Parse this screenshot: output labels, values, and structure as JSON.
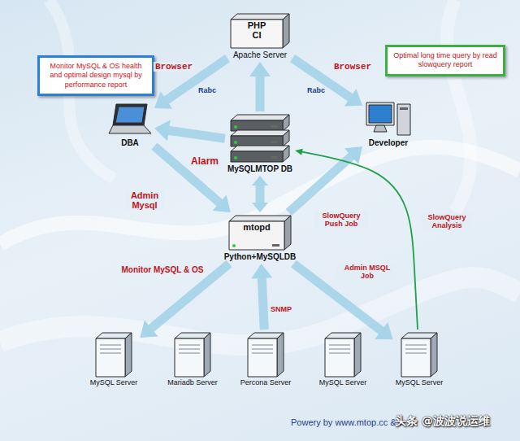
{
  "diagram": {
    "nodes": [
      {
        "text": [
          "PHP CI",
          "Apache Server"
        ]
      },
      {
        "text": [
          "Monitor MySQL & OS health and optimal design mysql by performance report"
        ]
      },
      {
        "text": [
          "Optimal   long time query by read slowquery report"
        ]
      },
      {
        "text": [
          "DBA"
        ]
      },
      {
        "text": [
          "Developer"
        ]
      },
      {
        "text": [
          "MySQLMTOP DB"
        ]
      },
      {
        "text": [
          "mtopd",
          "Python+MySQLDB"
        ]
      },
      {
        "text": [
          "MySQL Server"
        ]
      },
      {
        "text": [
          "Mariadb Server"
        ]
      },
      {
        "text": [
          "Percona Server"
        ]
      },
      {
        "text": [
          "MySQL Server"
        ]
      },
      {
        "text": [
          "MySQL Server"
        ]
      }
    ],
    "edges": [
      {
        "from": 0,
        "to": 3,
        "label": "Browser",
        "arrow": "to"
      },
      {
        "from": 0,
        "to": 4,
        "label": "Browser",
        "arrow": "to"
      },
      {
        "from": 5,
        "to": 0,
        "arrow": "to"
      },
      {
        "from": 5,
        "to": 3,
        "label": "Alarm",
        "arrow": "to"
      },
      {
        "from": 3,
        "to": 6,
        "label": "Admin Mysql",
        "arrow": "to"
      },
      {
        "from": 6,
        "to": 5,
        "arrow": "both"
      },
      {
        "from": 6,
        "to": 4,
        "label": "SlowQuery Push Job",
        "arrow": "to"
      },
      {
        "from": 11,
        "to": 5,
        "label": "SlowQuery Analysis",
        "arrow": "to"
      },
      {
        "from": 6,
        "to": 7,
        "label": "Monitor MySQL &  OS",
        "arrow": "to"
      },
      {
        "from": 9,
        "to": 6,
        "label": "SNMP",
        "arrow": "to"
      },
      {
        "from": 6,
        "to": 11,
        "label": "Admin MSQL Job",
        "arrow": "to"
      }
    ],
    "labels": [
      "Rabc",
      "Rabc",
      "Powery by www.mtop.cc & w",
      "头条 @波波说运维"
    ]
  }
}
